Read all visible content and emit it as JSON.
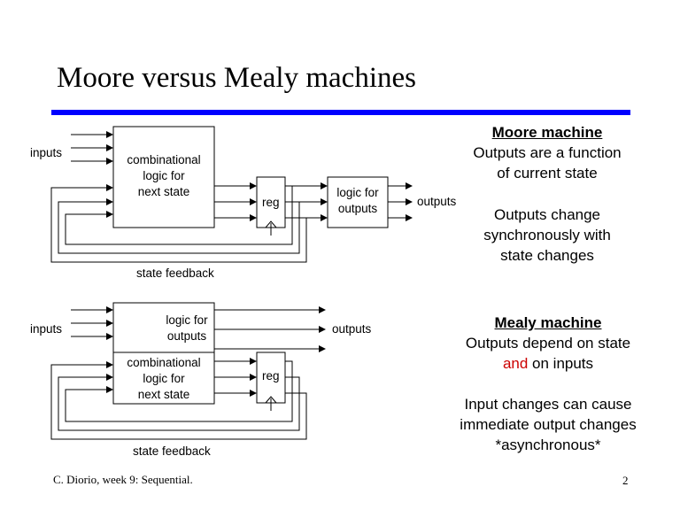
{
  "slide": {
    "title": "Moore versus Mealy machines",
    "rule_color": "#0000ff",
    "footer": "C. Diorio, week 9: Sequential.",
    "page_number": "2"
  },
  "moore": {
    "inputs_label": "inputs",
    "comb_lines": [
      "combinational",
      "logic for",
      "next state"
    ],
    "reg_label": "reg",
    "out_logic_lines": [
      "logic for",
      "outputs"
    ],
    "outputs_label": "outputs",
    "feedback_label": "state feedback",
    "side": {
      "heading": "Moore machine",
      "lines": [
        "Outputs are a function",
        "of current state"
      ],
      "lines2": [
        "Outputs change",
        "synchronously with",
        "state changes"
      ]
    }
  },
  "mealy": {
    "inputs_label": "inputs",
    "out_logic_lines": [
      "logic for",
      "outputs"
    ],
    "comb_lines": [
      "combinational",
      "logic for",
      "next state"
    ],
    "reg_label": "reg",
    "outputs_label": "outputs",
    "feedback_label": "state feedback",
    "side": {
      "heading": "Mealy machine",
      "line1": "Outputs depend on state",
      "and_word": "and",
      "and_rest": " on inputs",
      "and_color": "#cc0000",
      "lines2": [
        "Input changes can cause",
        "immediate output changes",
        "*asynchronous*"
      ]
    }
  }
}
